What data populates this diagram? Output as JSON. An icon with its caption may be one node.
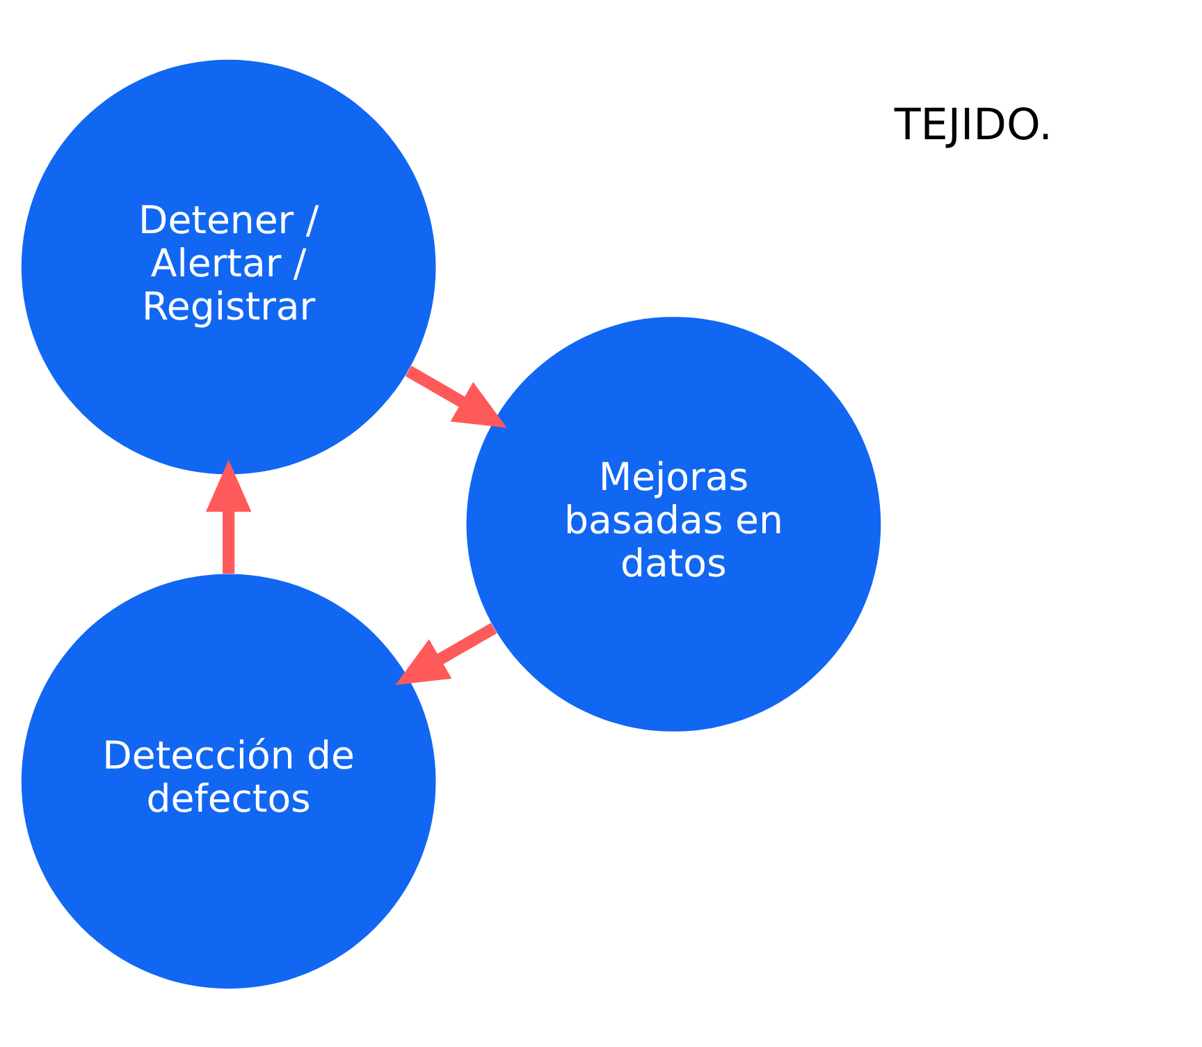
{
  "diagram": {
    "nodes": [
      {
        "text": [
          "Detección de defectos"
        ]
      },
      {
        "text": [
          "Detener / Alertar / Registrar"
        ]
      },
      {
        "text": [
          "Mejoras basadas en datos"
        ]
      }
    ],
    "edges": [
      {
        "from": 0,
        "to": 1,
        "arrow": "to"
      },
      {
        "from": 1,
        "to": 2,
        "arrow": "to"
      },
      {
        "from": 2,
        "to": 0,
        "arrow": "to"
      }
    ],
    "labels": [
      "TEJIDO."
    ]
  }
}
